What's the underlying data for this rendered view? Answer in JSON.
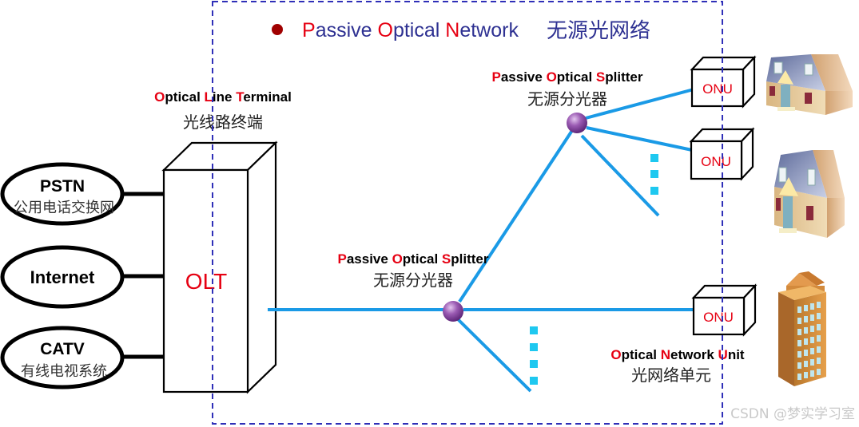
{
  "title": {
    "bullet_color": "#a00000",
    "parts": [
      {
        "text": "P",
        "highlight": true
      },
      {
        "text": "assive ",
        "highlight": false
      },
      {
        "text": "O",
        "highlight": true
      },
      {
        "text": "ptical ",
        "highlight": false
      },
      {
        "text": "N",
        "highlight": true
      },
      {
        "text": "etwork",
        "highlight": false
      }
    ],
    "chinese": "无源光网络"
  },
  "olt": {
    "label_parts": [
      {
        "text": "O",
        "highlight": true
      },
      {
        "text": "ptical ",
        "highlight": false
      },
      {
        "text": "L",
        "highlight": true
      },
      {
        "text": "ine ",
        "highlight": false
      },
      {
        "text": "T",
        "highlight": true
      },
      {
        "text": "erminal",
        "highlight": false
      }
    ],
    "label_cn": "光线路终端",
    "box_text": "OLT"
  },
  "sources": [
    {
      "name": "PSTN",
      "cn": "公用电话交换网"
    },
    {
      "name": "Internet",
      "cn": ""
    },
    {
      "name": "CATV",
      "cn": "有线电视系统"
    }
  ],
  "splitter_upper": {
    "label_parts": [
      {
        "text": "P",
        "highlight": true
      },
      {
        "text": "assive ",
        "highlight": false
      },
      {
        "text": "O",
        "highlight": true
      },
      {
        "text": "ptical ",
        "highlight": false
      },
      {
        "text": "S",
        "highlight": true
      },
      {
        "text": "plitter",
        "highlight": false
      }
    ],
    "label_cn": "无源分光器"
  },
  "splitter_lower": {
    "label_parts": [
      {
        "text": "P",
        "highlight": true
      },
      {
        "text": "assive ",
        "highlight": false
      },
      {
        "text": "O",
        "highlight": true
      },
      {
        "text": "ptical ",
        "highlight": false
      },
      {
        "text": "S",
        "highlight": true
      },
      {
        "text": "plitter",
        "highlight": false
      }
    ],
    "label_cn": "无源分光器"
  },
  "onus": [
    {
      "text": "ONU",
      "customer": "house"
    },
    {
      "text": "ONU",
      "customer": "house"
    },
    {
      "text": "ONU",
      "customer": "office-building"
    }
  ],
  "onu_label": {
    "label_parts": [
      {
        "text": "O",
        "highlight": true
      },
      {
        "text": "ptical ",
        "highlight": false
      },
      {
        "text": "N",
        "highlight": true
      },
      {
        "text": "etwork ",
        "highlight": false
      },
      {
        "text": "U",
        "highlight": true
      },
      {
        "text": "nit",
        "highlight": false
      }
    ],
    "label_cn": "光网络单元"
  },
  "watermark": "CSDN @梦实学习室",
  "colors": {
    "fiber": "#1a9ae6",
    "highlight": "#e60012",
    "title_text": "#2e3192",
    "boundary": "#2f2fb8",
    "continuation_dots": "#1ec8f0",
    "splitter_node": "#8a4a9e"
  }
}
